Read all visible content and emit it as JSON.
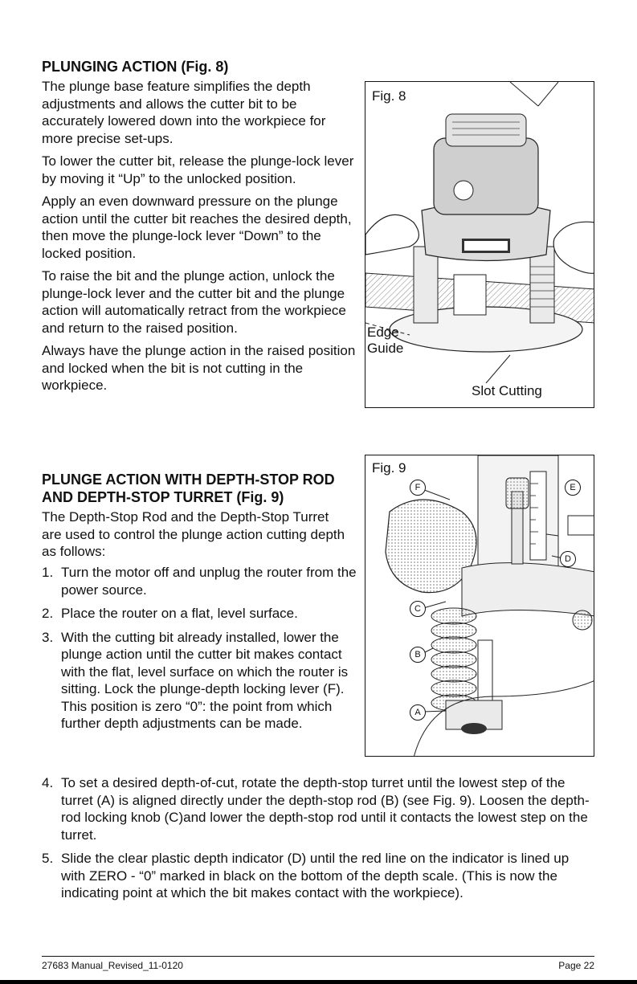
{
  "section1": {
    "heading": "PLUNGING ACTION (Fig. 8)",
    "paragraphs": [
      "The plunge base feature simplifies the depth adjustments and allows the cutter bit to be accurately lowered down into the workpiece for more precise set-ups.",
      "To lower the cutter bit, release the plunge-lock lever by moving it “Up” to the unlocked position.",
      "Apply an even downward pressure on the plunge action until the cutter bit reaches the desired depth, then move the plunge-lock lever “Down” to the locked position.",
      "To raise the bit and the plunge action, unlock the plunge-lock lever and the cutter bit and the plunge action will automatically retract from the workpiece and return to the raised position.",
      "Always have the plunge action in the raised position and locked when the bit is not cutting in the workpiece."
    ]
  },
  "section2": {
    "heading_line1": "PLUNGE ACTION WITH DEPTH-STOP ROD",
    "heading_line2": "AND DEPTH-STOP TURRET (Fig. 9)",
    "intro": "The Depth-Stop Rod and the Depth-Stop Turret are used to control the plunge action cutting depth as follows:",
    "items": [
      {
        "num": "1.",
        "text": "Turn the motor off and unplug the router from the power source."
      },
      {
        "num": "2.",
        "text": "Place the router on a flat, level surface."
      },
      {
        "num": "3.",
        "text": "With the cutting bit already installed, lower the plunge action until the cutter bit makes contact with the flat, level surface on which the router is sitting. Lock the plunge-depth locking lever (F). This position is zero “0”: the point from which further depth adjustments can be made."
      },
      {
        "num": "4.",
        "text": "To set a desired depth-of-cut, rotate the depth-stop turret until the lowest step of the turret (A) is aligned directly under the depth-stop rod (B) (see Fig. 9). Loosen the depth-rod locking knob (C)and lower the depth-stop rod until it contacts the lowest step on the turret."
      },
      {
        "num": "5.",
        "text": "Slide the clear plastic depth indicator (D) until the red line on the indicator is lined up with ZERO - “0” marked in black on the bottom of the depth scale. (This is now the indicating point at which the bit makes contact with the workpiece)."
      }
    ]
  },
  "fig8": {
    "label": "Fig. 8",
    "edge_label_1": "Edge",
    "edge_label_2": "Guide",
    "slot_label": "Slot Cutting"
  },
  "fig9": {
    "label": "Fig. 9",
    "callouts": {
      "a": "A",
      "b": "B",
      "c": "C",
      "d": "D",
      "e": "E",
      "f": "F"
    }
  },
  "footer": {
    "left": "27683 Manual_Revised_11-0120",
    "right": "Page 22"
  }
}
